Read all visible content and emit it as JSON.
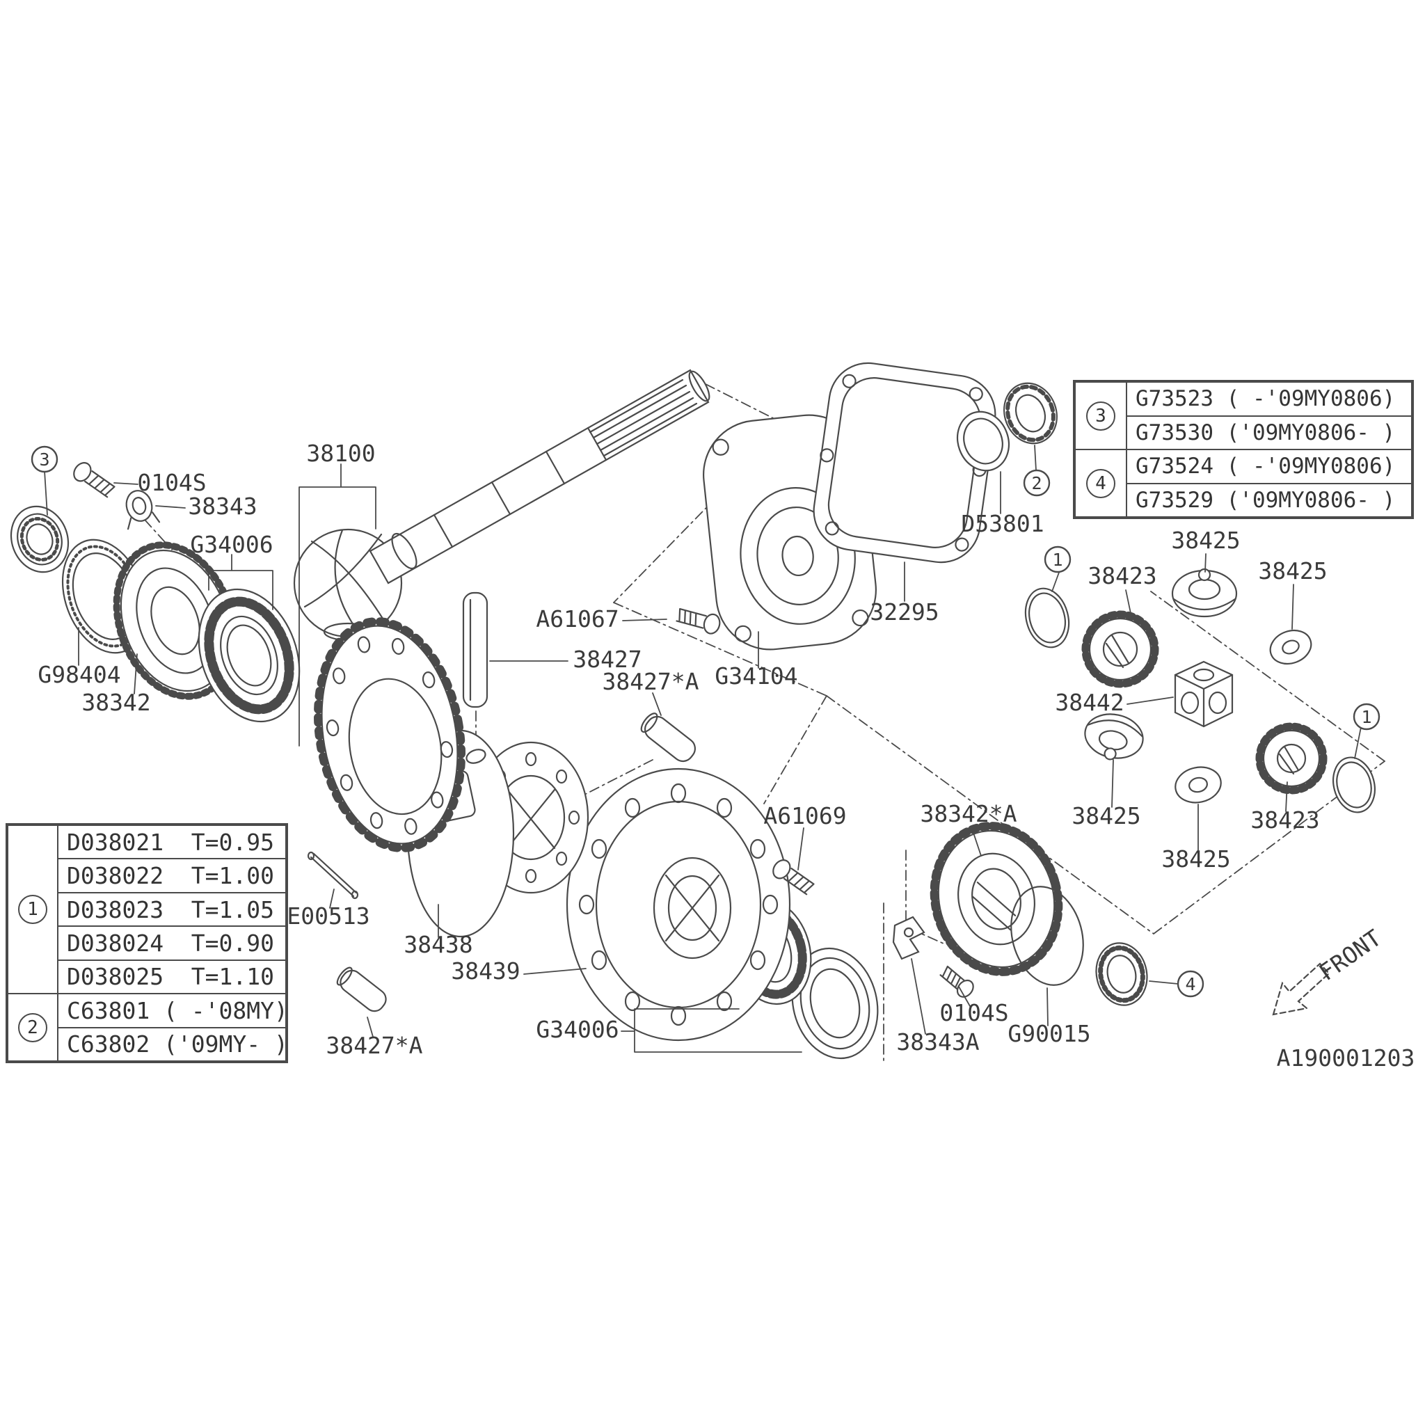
{
  "drawing_number": "A190001203",
  "front_label": "FRONT",
  "part_labels": {
    "bolt_0104s_top": "0104S",
    "washer_38343": "38343",
    "bearing_g34006_left": "G34006",
    "pinion_shaft_38100": "38100",
    "washer_g98404": "G98404",
    "gear_38342": "38342",
    "bolt_a61067": "A61067",
    "pin_38427": "38427",
    "pin_38427a_upper": "38427*A",
    "retainer_g34104": "G34104",
    "gasket_32295": "32295",
    "seal_d53801": "D53801",
    "gear_38425_top": "38425",
    "gear_38423_upper_left": "38423",
    "washer_38425_right": "38425",
    "cross_shaft_38442": "38442",
    "gear_38425_lower_left": "38425",
    "washer_38425_lower_center": "38425",
    "gear_38423_lower_right": "38423",
    "bolt_a61069": "A61069",
    "gear_38342a": "38342*A",
    "pin_e00513": "E00513",
    "case_38438": "38438",
    "plate_38439": "38439",
    "bearing_g34006_bottom": "G34006",
    "pin_38427a_lower": "38427*A",
    "bolt_0104s_bottom": "0104S",
    "clip_38343a": "38343A",
    "oring_g90015": "G90015"
  },
  "balloons": {
    "no1": "1",
    "no2": "2",
    "no3": "3",
    "no4": "4"
  },
  "tables": {
    "shim_table": {
      "group_1": {
        "balloon": "1",
        "rows": [
          "D038021  T=0.95",
          "D038022  T=1.00",
          "D038023  T=1.05",
          "D038024  T=0.90",
          "D038025  T=1.10"
        ]
      },
      "group_2": {
        "balloon": "2",
        "rows": [
          "C63801 ( -'08MY)",
          "C63802 ('09MY- )"
        ]
      }
    },
    "variant_table": {
      "group_3": {
        "balloon": "3",
        "rows": [
          "G73523 ( -'09MY0806)",
          "G73530 ('09MY0806- )"
        ]
      },
      "group_4": {
        "balloon": "4",
        "rows": [
          "G73524 ( -'09MY0806)",
          "G73529 ('09MY0806- )"
        ]
      }
    }
  }
}
